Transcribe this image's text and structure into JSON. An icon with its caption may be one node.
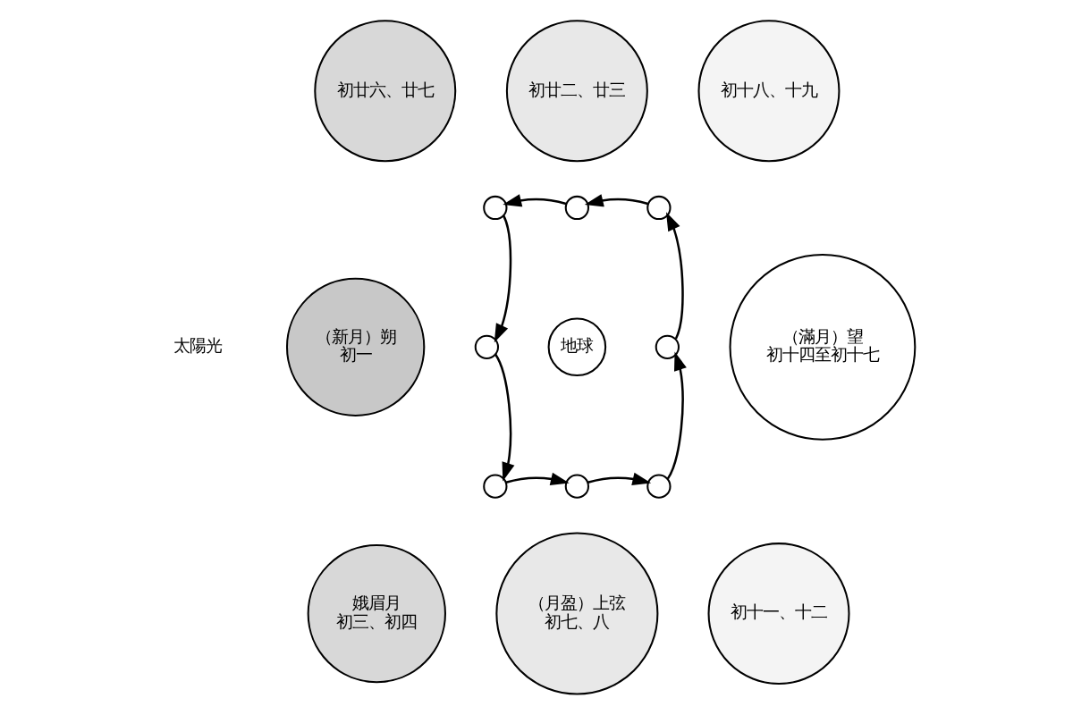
{
  "diagram": {
    "nodes": [
      {
        "text": [
          "初廿六、廿七"
        ]
      },
      {
        "text": [
          "初廿二、廿三"
        ]
      },
      {
        "text": [
          "初十八、十九"
        ]
      },
      {
        "text": [],
        "shape": "circle"
      },
      {
        "text": [],
        "shape": "circle"
      },
      {
        "text": [],
        "shape": "circle"
      },
      {
        "text": [
          "（新月）朔",
          "初一"
        ]
      },
      {
        "text": [],
        "shape": "circle"
      },
      {
        "text": [
          "地球"
        ]
      },
      {
        "text": [],
        "shape": "circle"
      },
      {
        "text": [
          "（滿月）望",
          "初十四至初十七"
        ]
      },
      {
        "text": [],
        "shape": "circle"
      },
      {
        "text": [],
        "shape": "circle"
      },
      {
        "text": [],
        "shape": "circle"
      },
      {
        "text": [
          "娥眉月",
          "初三、初四"
        ]
      },
      {
        "text": [
          "（月盈）上弦",
          "初七、八"
        ]
      },
      {
        "text": [
          "初十一、十二"
        ]
      }
    ],
    "edges": [
      {
        "from": 7,
        "to": 11,
        "arrow": "to"
      },
      {
        "from": 11,
        "to": 12,
        "arrow": "to"
      },
      {
        "from": 12,
        "to": 13,
        "arrow": "to"
      },
      {
        "from": 13,
        "to": 9,
        "arrow": "to"
      },
      {
        "from": 9,
        "to": 5,
        "arrow": "to"
      },
      {
        "from": 5,
        "to": 4,
        "arrow": "to"
      },
      {
        "from": 4,
        "to": 3,
        "arrow": "to"
      },
      {
        "from": 3,
        "to": 7,
        "arrow": "to"
      }
    ],
    "labels": [
      "太陽光"
    ]
  }
}
